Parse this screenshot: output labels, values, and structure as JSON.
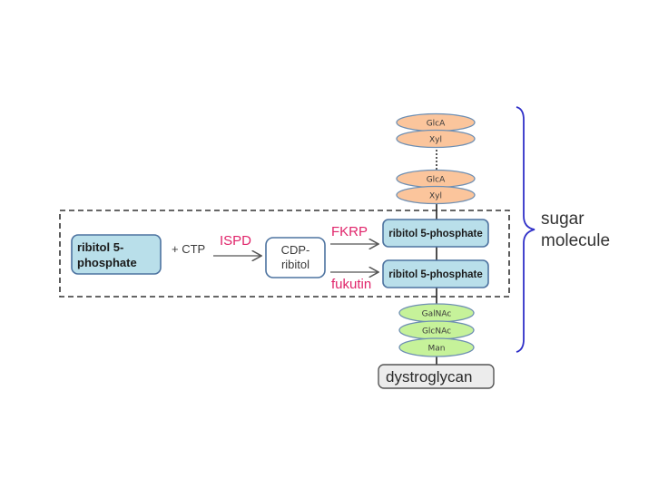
{
  "diagram": {
    "colors": {
      "orange_sugar_fill": "#fbc59c",
      "orange_sugar_stroke": "#6e8fb3",
      "green_sugar_fill": "#c6f29a",
      "green_sugar_stroke": "#6e8fb3",
      "ribitol_fill": "#b9dfea",
      "box_stroke": "#4d73a0",
      "enzyme": "#e0246a",
      "brace": "#3030c8",
      "dystroglycan_fill": "#ececec"
    },
    "outer_sugars": {
      "top_pair": [
        "GlcA",
        "Xyl"
      ],
      "bottom_pair": [
        "GlcA",
        "Xyl"
      ]
    },
    "pathway": {
      "substrate": [
        "ribitol 5-",
        "phosphate"
      ],
      "cosubstrate": "+ CTP",
      "enzyme_1": "ISPD",
      "intermediate": [
        "CDP-",
        "ribitol"
      ],
      "enzyme_2": "FKRP",
      "enzyme_3": "fukutin",
      "product_upper": "ribitol 5-phosphate",
      "product_lower": "ribitol 5-phosphate"
    },
    "core_sugars": [
      "GalNAc",
      "GlcNAc",
      "Man"
    ],
    "protein": "dystroglycan",
    "brace_label": [
      "sugar",
      "molecule"
    ]
  }
}
